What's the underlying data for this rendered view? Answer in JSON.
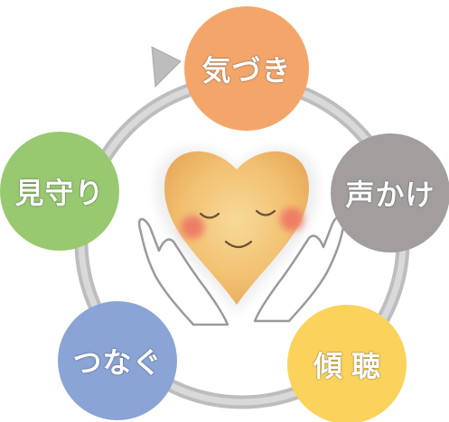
{
  "cycle": {
    "nodes": [
      {
        "label": "気づき",
        "color": "#f4a66a"
      },
      {
        "label": "声かけ",
        "color": "#a29e9e"
      },
      {
        "label": "傾聴",
        "color": "#fbd35c"
      },
      {
        "label": "つなぐ",
        "color": "#8aa4d6"
      },
      {
        "label": "見守り",
        "color": "#98c971"
      }
    ],
    "ring_color": "#bdbdbd"
  },
  "center_illustration": {
    "heart_color": "#f2c87a",
    "cheek_color": "#ee7e66",
    "hands_color": "#9a9a9a"
  }
}
